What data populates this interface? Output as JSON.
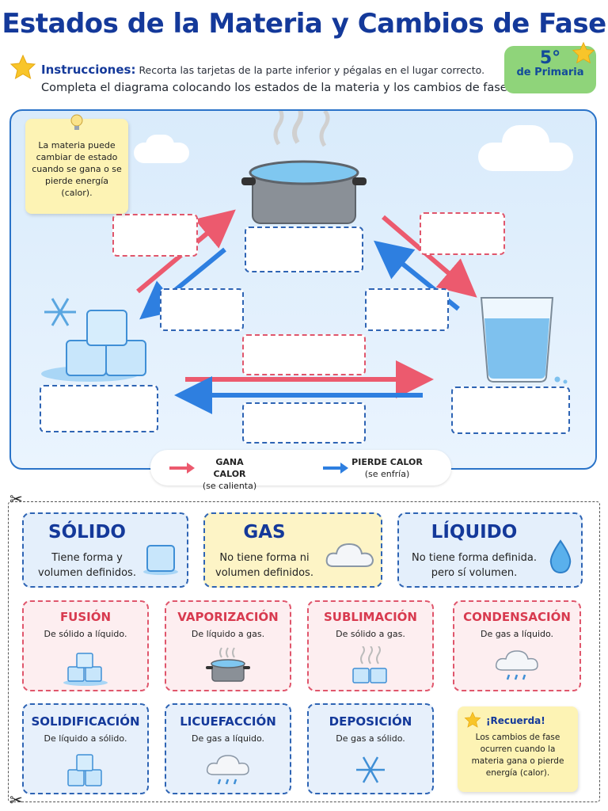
{
  "header": {
    "title": "Estados de la Materia y Cambios de Fase",
    "instructions_label": "Instrucciones:",
    "instructions_text": "Recorta las tarjetas de la parte inferior y pégalas en el lugar correcto.",
    "instructions_line2": "Completa el diagrama colocando los estados de la materia y los cambios de fase.",
    "grade_number": "5°",
    "grade_label": "de Primaria"
  },
  "diagram": {
    "note": "La materia puede cambiar de estado cuando se gana o se pierde energía (calor).",
    "legend": {
      "gain_title": "GANA CALOR",
      "gain_sub": "(se calienta)",
      "lose_title": "PIERDE CALOR",
      "lose_sub": "(se enfría)"
    }
  },
  "cards": {
    "states": [
      {
        "title": "SÓLIDO",
        "desc1": "Tiene forma y",
        "desc2": "volumen definidos.",
        "icon": "ice-cube-icon",
        "bg": "#e4effb"
      },
      {
        "title": "GAS",
        "desc1": "No tiene forma ni",
        "desc2": "volumen definidos.",
        "icon": "cloud-icon",
        "bg": "#fdf4c6"
      },
      {
        "title": "LÍQUIDO",
        "desc1": "No tiene forma definida.",
        "desc2": "pero sí volumen.",
        "icon": "water-drop-icon",
        "bg": "#e4effb"
      }
    ],
    "changes_row1": [
      {
        "title": "FUSIÓN",
        "desc": "De sólido a líquido.",
        "icon": "ice-cubes-icon"
      },
      {
        "title": "VAPORIZACIÓN",
        "desc": "De líquido a gas.",
        "icon": "boiling-pot-icon"
      },
      {
        "title": "SUBLIMACIÓN",
        "desc": "De sólido a gas.",
        "icon": "steaming-ice-icon"
      },
      {
        "title": "CONDENSACIÓN",
        "desc": "De gas a líquido.",
        "icon": "rain-cloud-icon"
      }
    ],
    "changes_row2": [
      {
        "title": "SOLIDIFICACIÓN",
        "desc": "De líquido a sólido.",
        "icon": "ice-cubes-icon"
      },
      {
        "title": "LICUEFACCIÓN",
        "desc": "De gas a líquido.",
        "icon": "rain-cloud-icon"
      },
      {
        "title": "DEPOSICIÓN",
        "desc": "De gas a sólido.",
        "icon": "snowflake-icon"
      }
    ],
    "reminder": {
      "title": "¡Recuerda!",
      "text": "Los cambios de fase ocurren cuando la materia gana o pierde energía (calor)."
    }
  },
  "colors": {
    "title_blue": "#14399a",
    "gain_red": "#ec5a6e",
    "lose_blue": "#2e7fe0",
    "grade_green": "#8fd47a"
  }
}
